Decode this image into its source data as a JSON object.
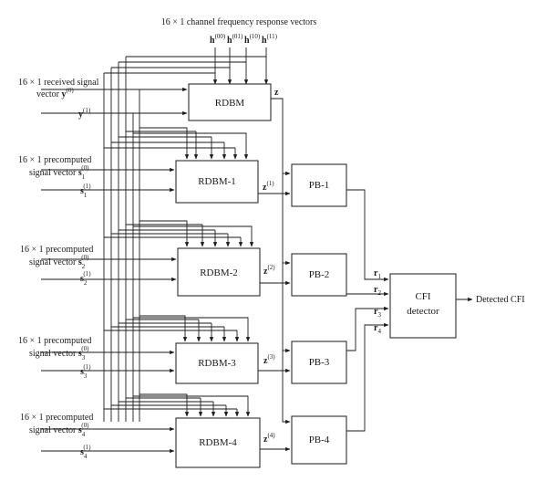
{
  "header": {
    "title": "16 × 1 channel frequency response vectors",
    "h_symbol": "h",
    "h_indices": [
      "(00)",
      "(01)",
      "(10)",
      "(11)"
    ]
  },
  "received": {
    "line1": "16 × 1 received signal",
    "line2": "vector",
    "vec": "y",
    "sup0": "(0)",
    "sup1": "(1)"
  },
  "precomputed": {
    "line1": "16 × 1 precomputed",
    "line2": "signal vector",
    "vec": "s",
    "sup0": "(0)",
    "sup1": "(1)"
  },
  "blocks": {
    "rdbm": "RDBM",
    "rdbm_out": "z",
    "rdbm_n": [
      {
        "label": "RDBM-1",
        "sub": "1",
        "out_sup": "(1)",
        "pb": "PB-1"
      },
      {
        "label": "RDBM-2",
        "sub": "2",
        "out_sup": "(2)",
        "pb": "PB-2"
      },
      {
        "label": "RDBM-3",
        "sub": "3",
        "out_sup": "(3)",
        "pb": "PB-3"
      },
      {
        "label": "RDBM-4",
        "sub": "4",
        "out_sup": "(4)",
        "pb": "PB-4"
      }
    ],
    "z_symbol": "z"
  },
  "detector": {
    "line1": "CFI",
    "line2": "detector",
    "r_symbol": "r",
    "r_subs": [
      "1",
      "2",
      "3",
      "4"
    ],
    "output": "Detected CFI"
  }
}
